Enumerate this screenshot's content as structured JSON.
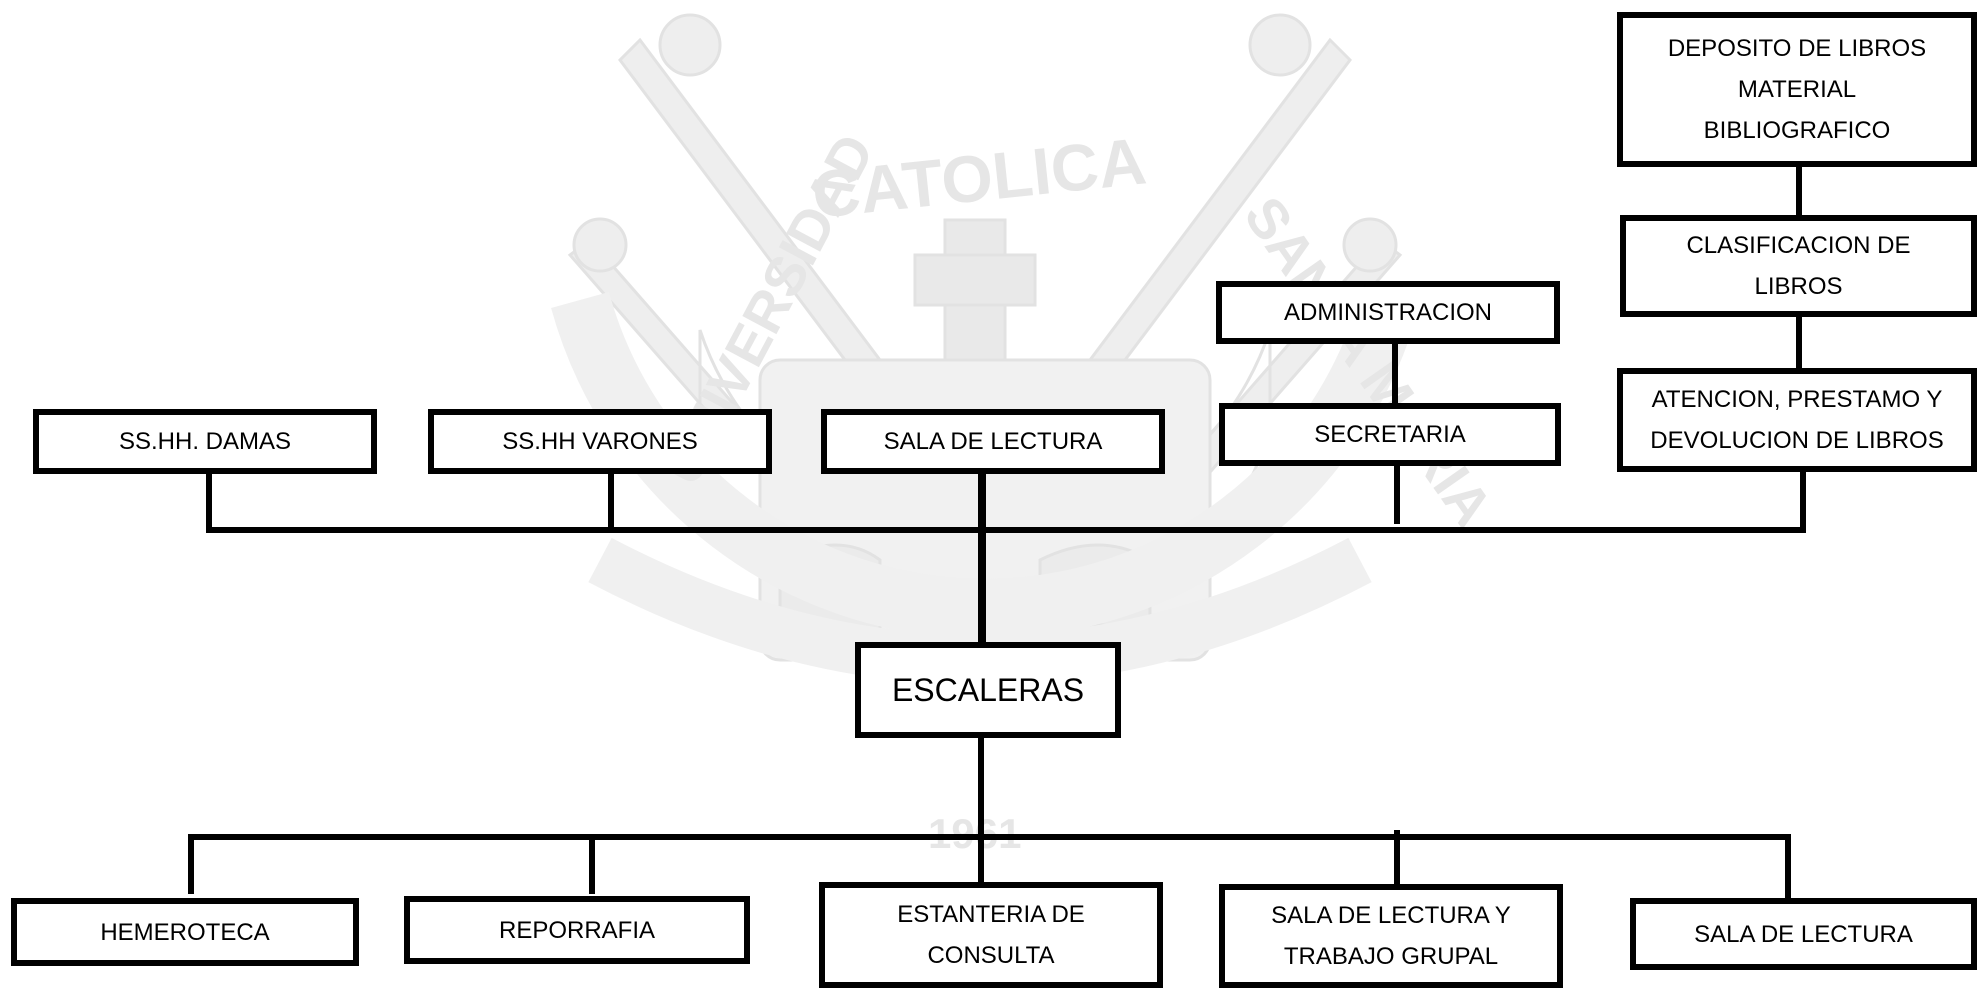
{
  "watermark": {
    "top_text": "CATOLICA",
    "left_arc_text": "UNIVERSIDAD",
    "right_arc_text": "SANTA MARIA",
    "year_text": "1961"
  },
  "nodes": {
    "deposito": "DEPOSITO DE LIBROS\nMATERIAL\nBIBLIOGRAFICO",
    "clasificacion": "CLASIFICACION DE\nLIBROS",
    "atencion": "ATENCION, PRESTAMO Y\nDEVOLUCION DE LIBROS",
    "administracion": "ADMINISTRACION",
    "secretaria": "SECRETARIA",
    "sshh_damas": "SS.HH. DAMAS",
    "sshh_varones": "SS.HH VARONES",
    "sala_lectura_top": "SALA DE LECTURA",
    "escaleras": "ESCALERAS",
    "hemeroteca": "HEMEROTECA",
    "reporrafia": "REPORRAFIA",
    "estanteria": "ESTANTERIA DE\nCONSULTA",
    "sala_lectura_trabajo": "SALA DE LECTURA Y\nTRABAJO GRUPAL",
    "sala_lectura_bottom": "SALA DE LECTURA"
  }
}
